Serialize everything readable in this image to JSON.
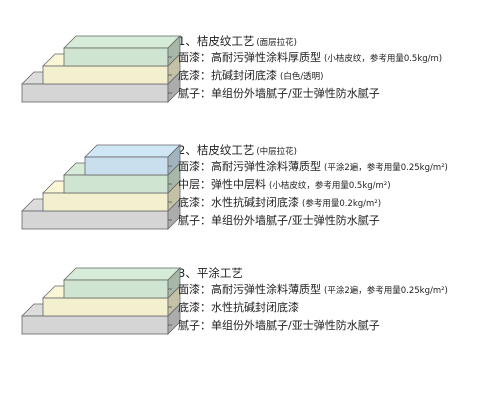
{
  "colors": {
    "grey": "#dcdcdc",
    "yellow": "#fbf7d6",
    "green": "#d6ebd8",
    "blue": "#cfe6f5"
  },
  "diagrams": [
    {
      "title": "1、桔皮纹工艺",
      "title_note": "(面层拉花)",
      "layers": [
        {
          "name": "面漆：高耐污弹性涂料厚质型",
          "note": "(小桔皮纹，参考用量0.5kg/m)",
          "color": "green"
        },
        {
          "name": "底漆：抗碱封闭底漆",
          "note": "(白色/透明)",
          "color": "yellow"
        },
        {
          "name": "腻子：单组份外墙腻子/亚士弹性防水腻子",
          "note": "",
          "color": "grey"
        }
      ]
    },
    {
      "title": "2、桔皮纹工艺",
      "title_note": "(中层拉花)",
      "layers": [
        {
          "name": "面漆：高耐污弹性涂料薄质型",
          "note": "(平涂2遍，参考用量0.25kg/m²)",
          "color": "blue"
        },
        {
          "name": "中层：弹性中层料",
          "note": "(小桔皮纹，参考用量0.5kg/m²)",
          "color": "green"
        },
        {
          "name": "底漆：水性抗碱封闭底漆",
          "note": "(参考用量0.2kg/m²)",
          "color": "yellow"
        },
        {
          "name": "腻子：单组份外墙腻子/亚士弹性防水腻子",
          "note": "",
          "color": "grey"
        }
      ]
    },
    {
      "title": "3、平涂工艺",
      "title_note": "",
      "layers": [
        {
          "name": "面漆：高耐污弹性涂料薄质型",
          "note": "(平涂2遍，参考用量0.25kg/m²)",
          "color": "green"
        },
        {
          "name": "底漆：水性抗碱封闭底漆",
          "note": "",
          "color": "yellow"
        },
        {
          "name": "腻子：单组份外墙腻子/亚士弹性防水腻子",
          "note": "",
          "color": "grey"
        }
      ]
    }
  ]
}
